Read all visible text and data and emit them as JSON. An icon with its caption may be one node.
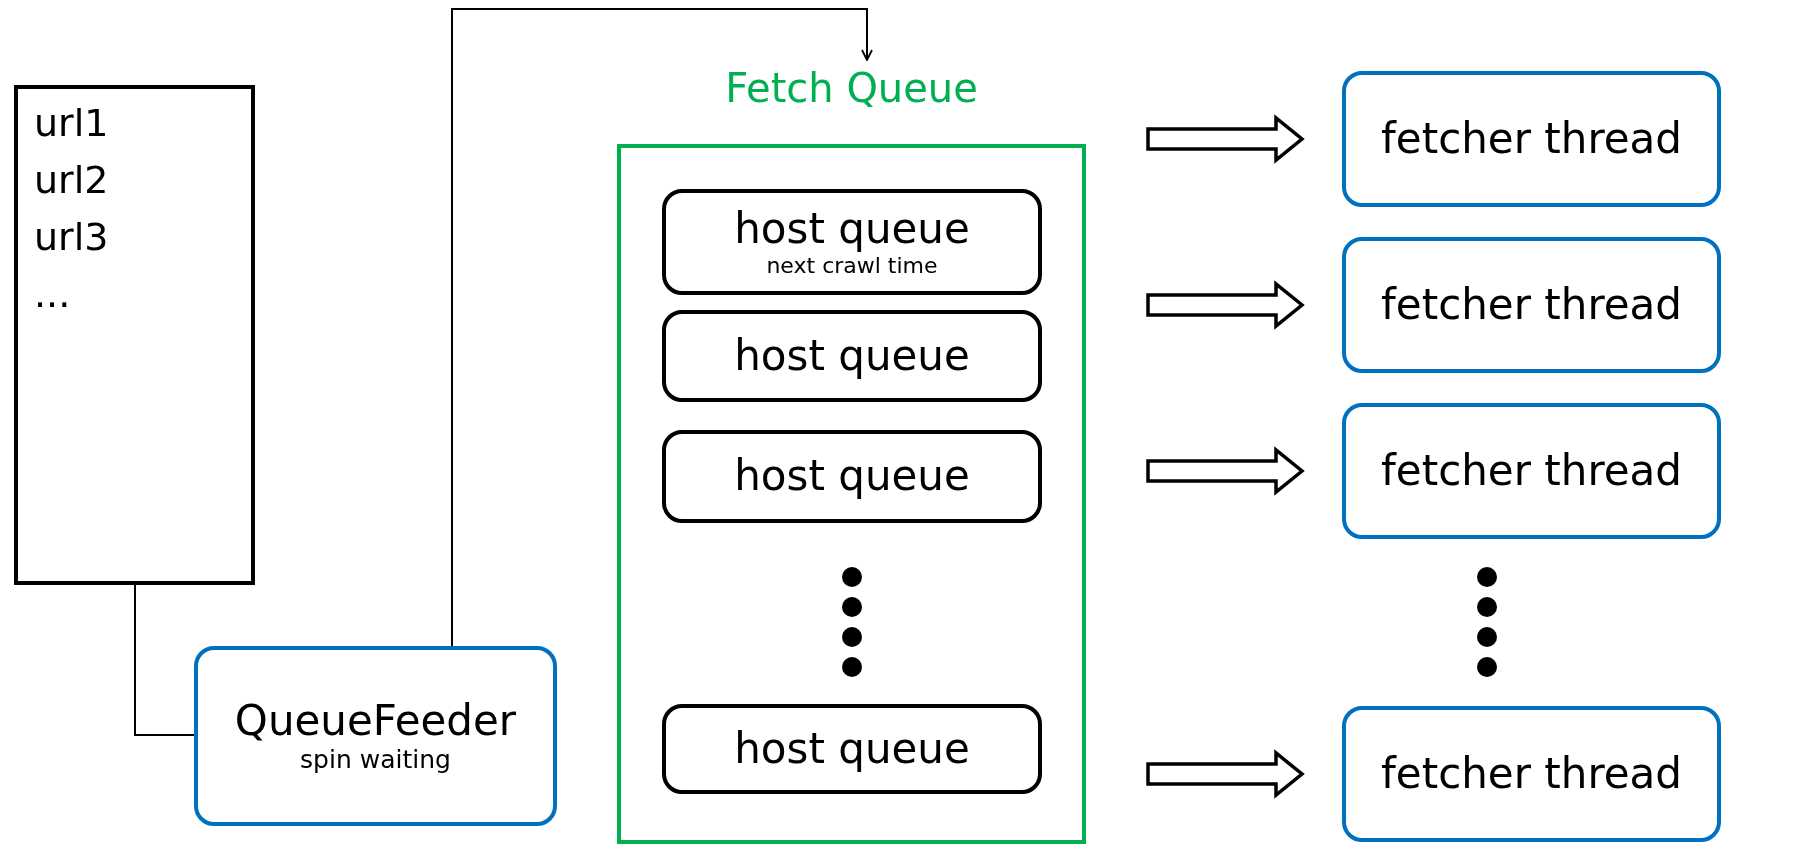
{
  "diagram": {
    "nodes": [
      {
        "text": [
          "url1",
          "url2",
          "url3",
          "..."
        ]
      },
      {
        "text": [
          "QueueFeeder",
          "spin waiting"
        ]
      },
      {
        "text": [
          "Fetch Queue"
        ]
      },
      {
        "text": [
          "host queue",
          "next crawl time"
        ],
        "in": 2
      },
      {
        "text": [
          "host queue"
        ],
        "in": 2
      },
      {
        "text": [
          "host queue"
        ],
        "in": 2
      },
      {
        "text": [
          "host queue"
        ],
        "in": 2
      },
      {
        "text": [
          "fetcher thread"
        ]
      },
      {
        "text": [
          "fetcher thread"
        ]
      },
      {
        "text": [
          "fetcher thread"
        ]
      },
      {
        "text": [
          "fetcher thread"
        ]
      }
    ],
    "edges": [
      {
        "from": 0,
        "to": 1,
        "arrow": "none"
      },
      {
        "from": 1,
        "to": 2,
        "arrow": "to"
      },
      {
        "from": 2,
        "to": 7,
        "arrow": "to",
        "style": "thick"
      },
      {
        "from": 2,
        "to": 8,
        "arrow": "to",
        "style": "thick"
      },
      {
        "from": 2,
        "to": 9,
        "arrow": "to",
        "style": "thick"
      },
      {
        "from": 2,
        "to": 10,
        "arrow": "to",
        "style": "thick"
      }
    ]
  }
}
